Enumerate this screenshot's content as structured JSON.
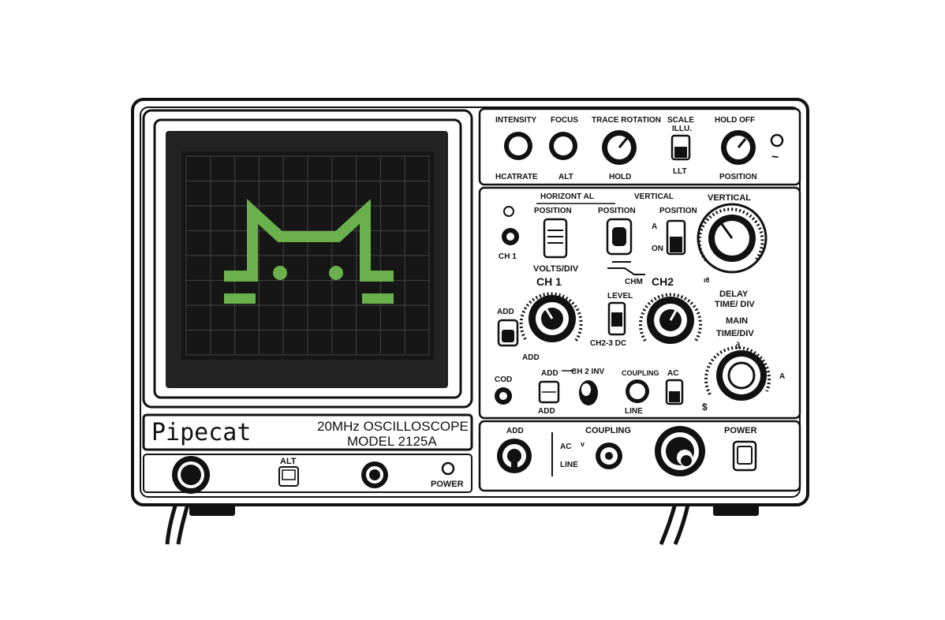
{
  "brand": "Pipecat",
  "model_line1": "20MHz OSCILLOSCOPE",
  "model_line2": "MODEL 2125A",
  "colors": {
    "screen_bg": "#161616",
    "grid": "#3c3c3c",
    "trace": "#6ab04c",
    "ink": "#111111"
  },
  "top_panel": {
    "intensity": "INTENSITY",
    "focus": "FOCUS",
    "trace_rotation": "TRACE ROTATION",
    "scale_1": "SCALE",
    "scale_2": "ILLU.",
    "hold_off": "HOLD OFF",
    "hcatrate": "HCATRATE",
    "alt": "ALT",
    "hold": "HOLD",
    "llt": "LLT",
    "position": "POSITION",
    "tilde": "~"
  },
  "mid_panel": {
    "horizontal": "HORIZONT AL",
    "vertical": "VERTICAL",
    "vertical_big": "VERTICAL",
    "position_1": "POSITION",
    "position_2": "POSITION",
    "position_3": "POSITION",
    "ch1_small": "CH 1",
    "a_label": "A",
    "on_label": "ON",
    "volts_div": "VOLTS/DIV",
    "ch1": "CH 1",
    "chm": "CHM",
    "ch2": "CH2",
    "delay": "DELAY",
    "time_div": "TIME/ DIV",
    "tb": "ιθ",
    "level": "LEVEL",
    "add_1": "ADD",
    "add_2": "ADD",
    "ch23dc": "CH2-3 DC",
    "main": "MAIN",
    "main_time_div": "TIME/DIV",
    "d_mark": "∂",
    "a_mark": "A",
    "s_mark": "$"
  },
  "low_panel": {
    "cod": "COD",
    "add_top": "ADD",
    "ch2_inv": "CH 2 INV",
    "coupling": "COUPLING",
    "ac": "AC",
    "add_bot": "ADD",
    "line": "LINE"
  },
  "bottom_left": {
    "alt": "ALT",
    "power": "POWER"
  },
  "bottom_right": {
    "add": "ADD",
    "coupling": "COUPLING",
    "ac": "AC",
    "v_mark": "v",
    "line": "LINE",
    "power": "POWER"
  }
}
